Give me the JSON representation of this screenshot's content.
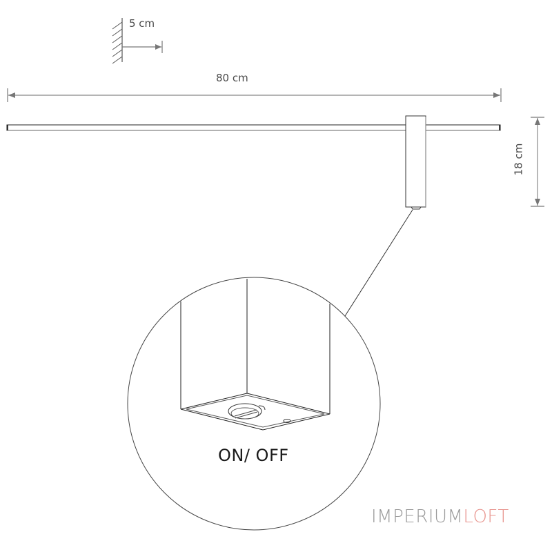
{
  "diagram": {
    "type": "technical-dimension-drawing",
    "subject": "linear wall lamp",
    "dimensions": {
      "wall_offset": {
        "value": 5,
        "unit": "cm",
        "label": "5 cm"
      },
      "length": {
        "value": 80,
        "unit": "cm",
        "label": "80 cm"
      },
      "height": {
        "value": 18,
        "unit": "cm",
        "label": "18 cm"
      }
    },
    "detail_callout": {
      "label": "ON/ OFF",
      "description": "switch on underside of mounting box"
    }
  },
  "branding": {
    "part1": "IMPERIUM",
    "part2": "LOFT",
    "colors": {
      "part1": "#9a9a9a",
      "part2": "#e8958f"
    }
  },
  "colors": {
    "line": "#1a1a1a",
    "dimension_line": "#777777",
    "background": "#ffffff"
  }
}
